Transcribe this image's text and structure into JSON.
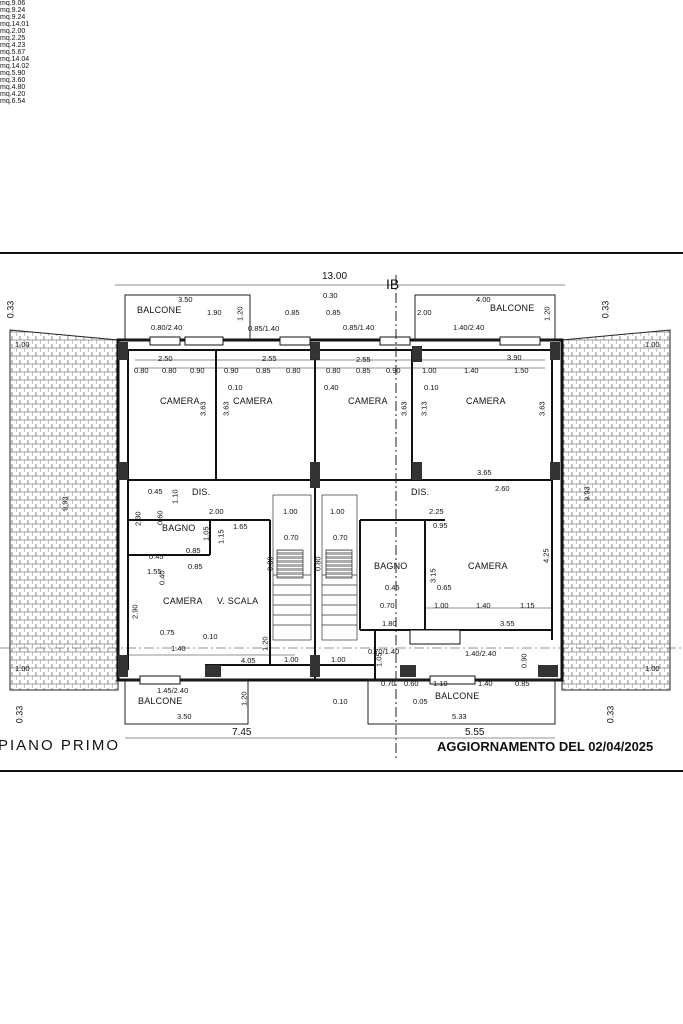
{
  "drawing": {
    "title_left": "PIANO PRIMO",
    "title_right": "AGGIORNAMENTO DEL 02/04/2025",
    "section_mark": "IB",
    "overall_width": "13.00",
    "left_width": "7.45",
    "right_width": "5.55"
  },
  "rooms": [
    {
      "name": "CAMERA",
      "area": "mq.9.06"
    },
    {
      "name": "CAMERA",
      "area": "mq.9.24"
    },
    {
      "name": "CAMERA",
      "area": "mq.9.24"
    },
    {
      "name": "CAMERA",
      "area": "mq.14.01"
    },
    {
      "name": "DIS.",
      "area": "mq.2.00"
    },
    {
      "name": "DIS.",
      "area": "mq.2.25"
    },
    {
      "name": "BAGNO",
      "area": "mq.4.23"
    },
    {
      "name": "BAGNO",
      "area": "mq.5.67"
    },
    {
      "name": "CAMERA",
      "area": "mq.14.04"
    },
    {
      "name": "CAMERA",
      "area": "mq.14.02"
    },
    {
      "name": "V. SCALA",
      "area": "mq.5.90"
    }
  ],
  "balconies": [
    {
      "name": "BALCONE",
      "area": "mq.3.60",
      "width": "3.50"
    },
    {
      "name": "BALCONE",
      "area": "mq.4.80",
      "width": "4.00"
    },
    {
      "name": "BALCONE",
      "area": "mq.4.20",
      "width": "3.50"
    },
    {
      "name": "BALCONE",
      "area": "mq.6.54",
      "width": "5.33"
    }
  ],
  "dimensions": {
    "top_row": [
      "1.90",
      "0.85",
      "0.30",
      "0.85",
      "2.00",
      "1.20",
      "1.20"
    ],
    "openings_top": [
      "0.80/2.40",
      "0.85/1.40",
      "0.85/1.40",
      "1.40/2.40"
    ],
    "row_a": [
      "2.50",
      "2.55",
      "2.55",
      "3.90"
    ],
    "row_b": [
      "0.80",
      "0.80",
      "0.90",
      "0.90",
      "0.85",
      "0.80",
      "0.80",
      "0.85",
      "0.90",
      "1.00",
      "1.40",
      "1.50"
    ],
    "small": [
      "0.10",
      "0.40",
      "0.10"
    ],
    "verticals": [
      "3.63",
      "3.63",
      "3.63",
      "3.13",
      "3.63"
    ],
    "mid": [
      "3.65",
      "2.60",
      "2.00",
      "2.25",
      "1.00",
      "1.00",
      "1.65",
      "0.95",
      "1.15",
      "0.70",
      "0.70",
      "0.60",
      "0.45",
      "0.45",
      "1.55",
      "1.10",
      "2.30",
      "1.05",
      "0.85",
      "0.85"
    ],
    "lower": [
      "0.40",
      "0.45",
      "0.65",
      "0.70",
      "1.00",
      "1.40",
      "1.15",
      "2.90",
      "4.25",
      "3.15",
      "0.80",
      "0.80",
      "1.20",
      "1.80",
      "3.55",
      "0.75",
      "0.10",
      "1.40",
      "4.05",
      "1.00",
      "1.00",
      "1.40/2.40",
      "0.90"
    ],
    "bottom": [
      "1.45/2.40",
      "0.70/1.40",
      "0.70",
      "0.60",
      "1.10",
      "1.40",
      "0.85",
      "0.10",
      "0.05",
      "1.05",
      "1.20"
    ],
    "edge": [
      "0.33",
      "0.33",
      "0.33",
      "0.33",
      "1.00",
      "1.00",
      "1.00",
      "1.00",
      "9.93",
      "9.93"
    ]
  }
}
